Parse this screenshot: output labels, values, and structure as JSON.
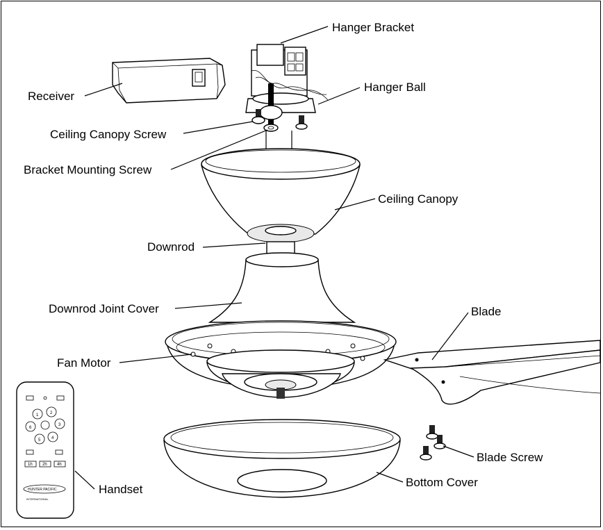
{
  "labels": {
    "hanger_bracket": "Hanger Bracket",
    "receiver": "Receiver",
    "hanger_ball": "Hanger Ball",
    "ceiling_canopy_screw": "Ceiling Canopy Screw",
    "bracket_mounting_screw": "Bracket Mounting Screw",
    "ceiling_canopy": "Ceiling Canopy",
    "downrod": "Downrod",
    "downrod_joint_cover": "Downrod Joint Cover",
    "blade": "Blade",
    "fan_motor": "Fan Motor",
    "blade_screw": "Blade Screw",
    "bottom_cover": "Bottom Cover",
    "handset": "Handset"
  },
  "handset": {
    "buttons": [
      "1",
      "2",
      "3",
      "4",
      "5",
      "6"
    ],
    "timers": [
      "1h",
      "2h",
      "4h"
    ],
    "brand": "HUNTER PACIFIC",
    "brand_sub": "INTERNATIONAL"
  }
}
